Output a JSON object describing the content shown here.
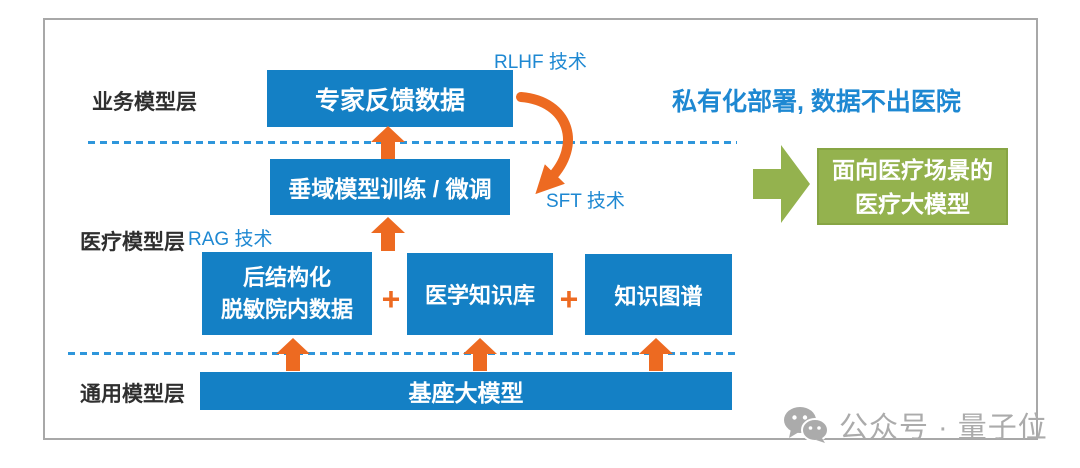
{
  "layers": {
    "business": "业务模型层",
    "medical": "医疗模型层",
    "general": "通用模型层"
  },
  "boxes": {
    "expert_feedback": "专家反馈数据",
    "vertical_training": "垂域模型训练 / 微调",
    "post_structured_line1": "后结构化",
    "post_structured_line2": "脱敏院内数据",
    "medical_kb": "医学知识库",
    "knowledge_graph": "知识图谱",
    "base_model": "基座大模型"
  },
  "tech_labels": {
    "rlhf": "RLHF 技术",
    "sft": "SFT 技术",
    "rag": "RAG 技术"
  },
  "operators": {
    "plus": "+"
  },
  "annotations": {
    "deployment": "私有化部署, 数据不出医院"
  },
  "output_box": {
    "line1": "面向医疗场景的",
    "line2": "医疗大模型"
  },
  "watermark": {
    "text": "公众号 · 量子位",
    "icon": "wechat-icon"
  },
  "colors": {
    "box_blue": "#1480c5",
    "dashed_line_blue": "#2e96db",
    "tech_label_blue": "#1e88d2",
    "arrow_orange": "#ed6a21",
    "output_green": "#94b24e",
    "watermark_gray": "#ababab",
    "frame_gray": "#a8a8a8"
  }
}
